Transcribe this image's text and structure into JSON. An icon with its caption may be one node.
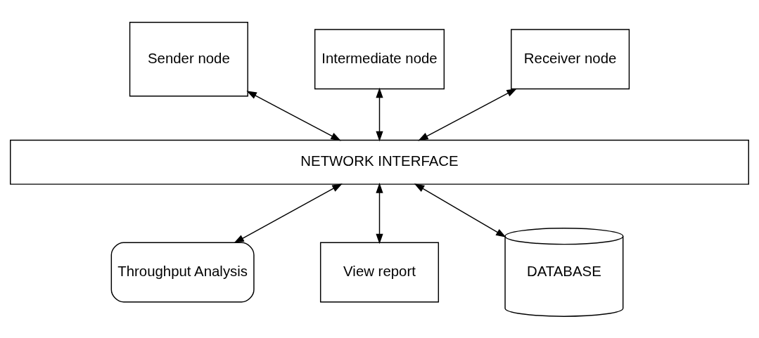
{
  "diagram": {
    "nodes": [
      {
        "text": [
          "Sender node"
        ]
      },
      {
        "text": [
          "Intermediate node"
        ]
      },
      {
        "text": [
          "Receiver node"
        ]
      },
      {
        "text": [
          "NETWORK INTERFACE"
        ]
      },
      {
        "text": [
          "Throughput Analysis"
        ]
      },
      {
        "text": [
          "View report"
        ]
      },
      {
        "text": [
          "DATABASE"
        ]
      }
    ],
    "edges": [
      {
        "from": 0,
        "to": 3,
        "arrow": "both"
      },
      {
        "from": 1,
        "to": 3,
        "arrow": "both"
      },
      {
        "from": 2,
        "to": 3,
        "arrow": "both"
      },
      {
        "from": 3,
        "to": 4,
        "arrow": "both"
      },
      {
        "from": 3,
        "to": 5,
        "arrow": "both"
      },
      {
        "from": 3,
        "to": 6,
        "arrow": "both"
      }
    ]
  }
}
